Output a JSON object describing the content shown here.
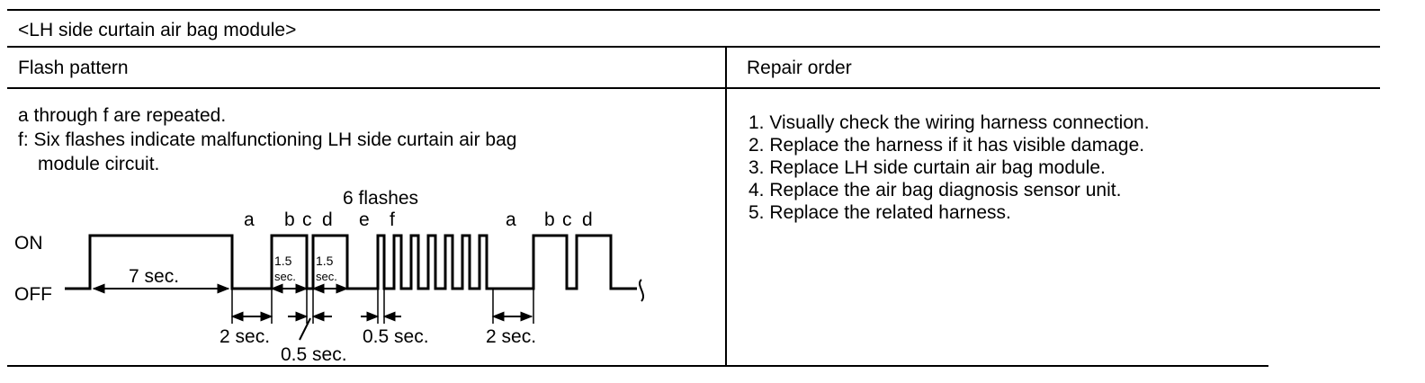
{
  "table": {
    "caption": "<LH side curtain air bag module>",
    "col_flash_pattern": "Flash pattern",
    "col_repair_order": "Repair order"
  },
  "flash": {
    "note_line1": "a through f are repeated.",
    "note_line2": "f: Six flashes indicate malfunctioning LH side curtain air bag",
    "note_line3": "module circuit.",
    "diagram": {
      "flashes_label": "6 flashes",
      "on_label": "ON",
      "off_label": "OFF",
      "seg_a": "a",
      "seg_b": "b",
      "seg_c": "c",
      "seg_d": "d",
      "seg_e": "e",
      "seg_f": "f",
      "seg_a2": "a",
      "seg_b2": "b",
      "seg_c2": "c",
      "seg_d2": "d",
      "seven_sec": "7 sec.",
      "one_five": "1.5",
      "sec_short": "sec.",
      "two_sec": "2 sec.",
      "half_sec": "0.5 sec.",
      "half_sec_b": "0.5 sec.",
      "two_sec_b": "2 sec."
    }
  },
  "repair": {
    "steps": [
      "1. Visually check the wiring harness connection.",
      "2. Replace the harness if it has visible damage.",
      "3. Replace LH side curtain air bag module.",
      "4. Replace the air bag diagnosis sensor unit.",
      "5. Replace the related harness."
    ]
  }
}
